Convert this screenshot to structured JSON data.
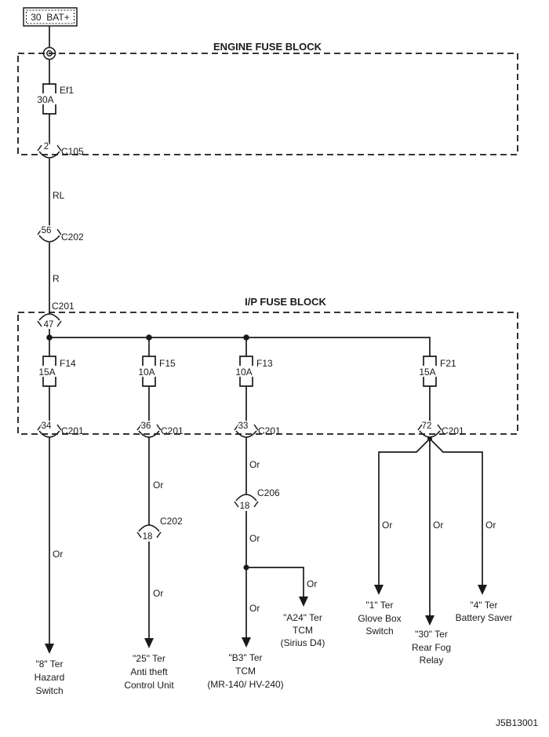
{
  "labels": {
    "battery_feed": "30  BAT+",
    "engine_block_title": "ENGINE FUSE BLOCK",
    "ip_block_title": "I/P FUSE BLOCK",
    "wire_rl": "RL",
    "wire_r": "R",
    "wire_or": "Or",
    "diagram_code": "J5B13001"
  },
  "fuses": {
    "ef1": {
      "name": "Ef1",
      "rating": "30A"
    },
    "f14": {
      "name": "F14",
      "rating": "15A"
    },
    "f15": {
      "name": "F15",
      "rating": "10A"
    },
    "f13": {
      "name": "F13",
      "rating": "10A"
    },
    "f21": {
      "name": "F21",
      "rating": "15A"
    }
  },
  "connectors": {
    "c105_2": {
      "pin": "2",
      "name": "C105"
    },
    "c202_56": {
      "pin": "56",
      "name": "C202"
    },
    "c201_47": {
      "pin": "47",
      "name": "C201"
    },
    "c201_34": {
      "pin": "34",
      "name": "C201"
    },
    "c201_36": {
      "pin": "36",
      "name": "C201"
    },
    "c201_33": {
      "pin": "33",
      "name": "C201"
    },
    "c201_72": {
      "pin": "72",
      "name": "C201"
    },
    "c202_18": {
      "pin": "18",
      "name": "C202"
    },
    "c206_18": {
      "pin": "18",
      "name": "C206"
    }
  },
  "destinations": {
    "hazard_switch": {
      "lines": [
        "\"8\" Ter",
        "Hazard",
        "Switch"
      ]
    },
    "anti_theft": {
      "lines": [
        "\"25\" Ter",
        "Anti theft",
        "Control Unit"
      ]
    },
    "tcm_b3": {
      "lines": [
        "\"B3\" Ter",
        "TCM",
        "(MR-140/ HV-240)"
      ]
    },
    "tcm_a24": {
      "lines": [
        "\"A24\" Ter",
        "TCM",
        "(Sirius D4)"
      ]
    },
    "glove_box": {
      "lines": [
        "\"1\" Ter",
        "Glove Box",
        "Switch"
      ]
    },
    "rear_fog_relay": {
      "lines": [
        "\"30\" Ter",
        "Rear Fog",
        "Relay"
      ]
    },
    "battery_saver": {
      "lines": [
        "\"4\" Ter",
        "Battery Saver"
      ]
    }
  }
}
